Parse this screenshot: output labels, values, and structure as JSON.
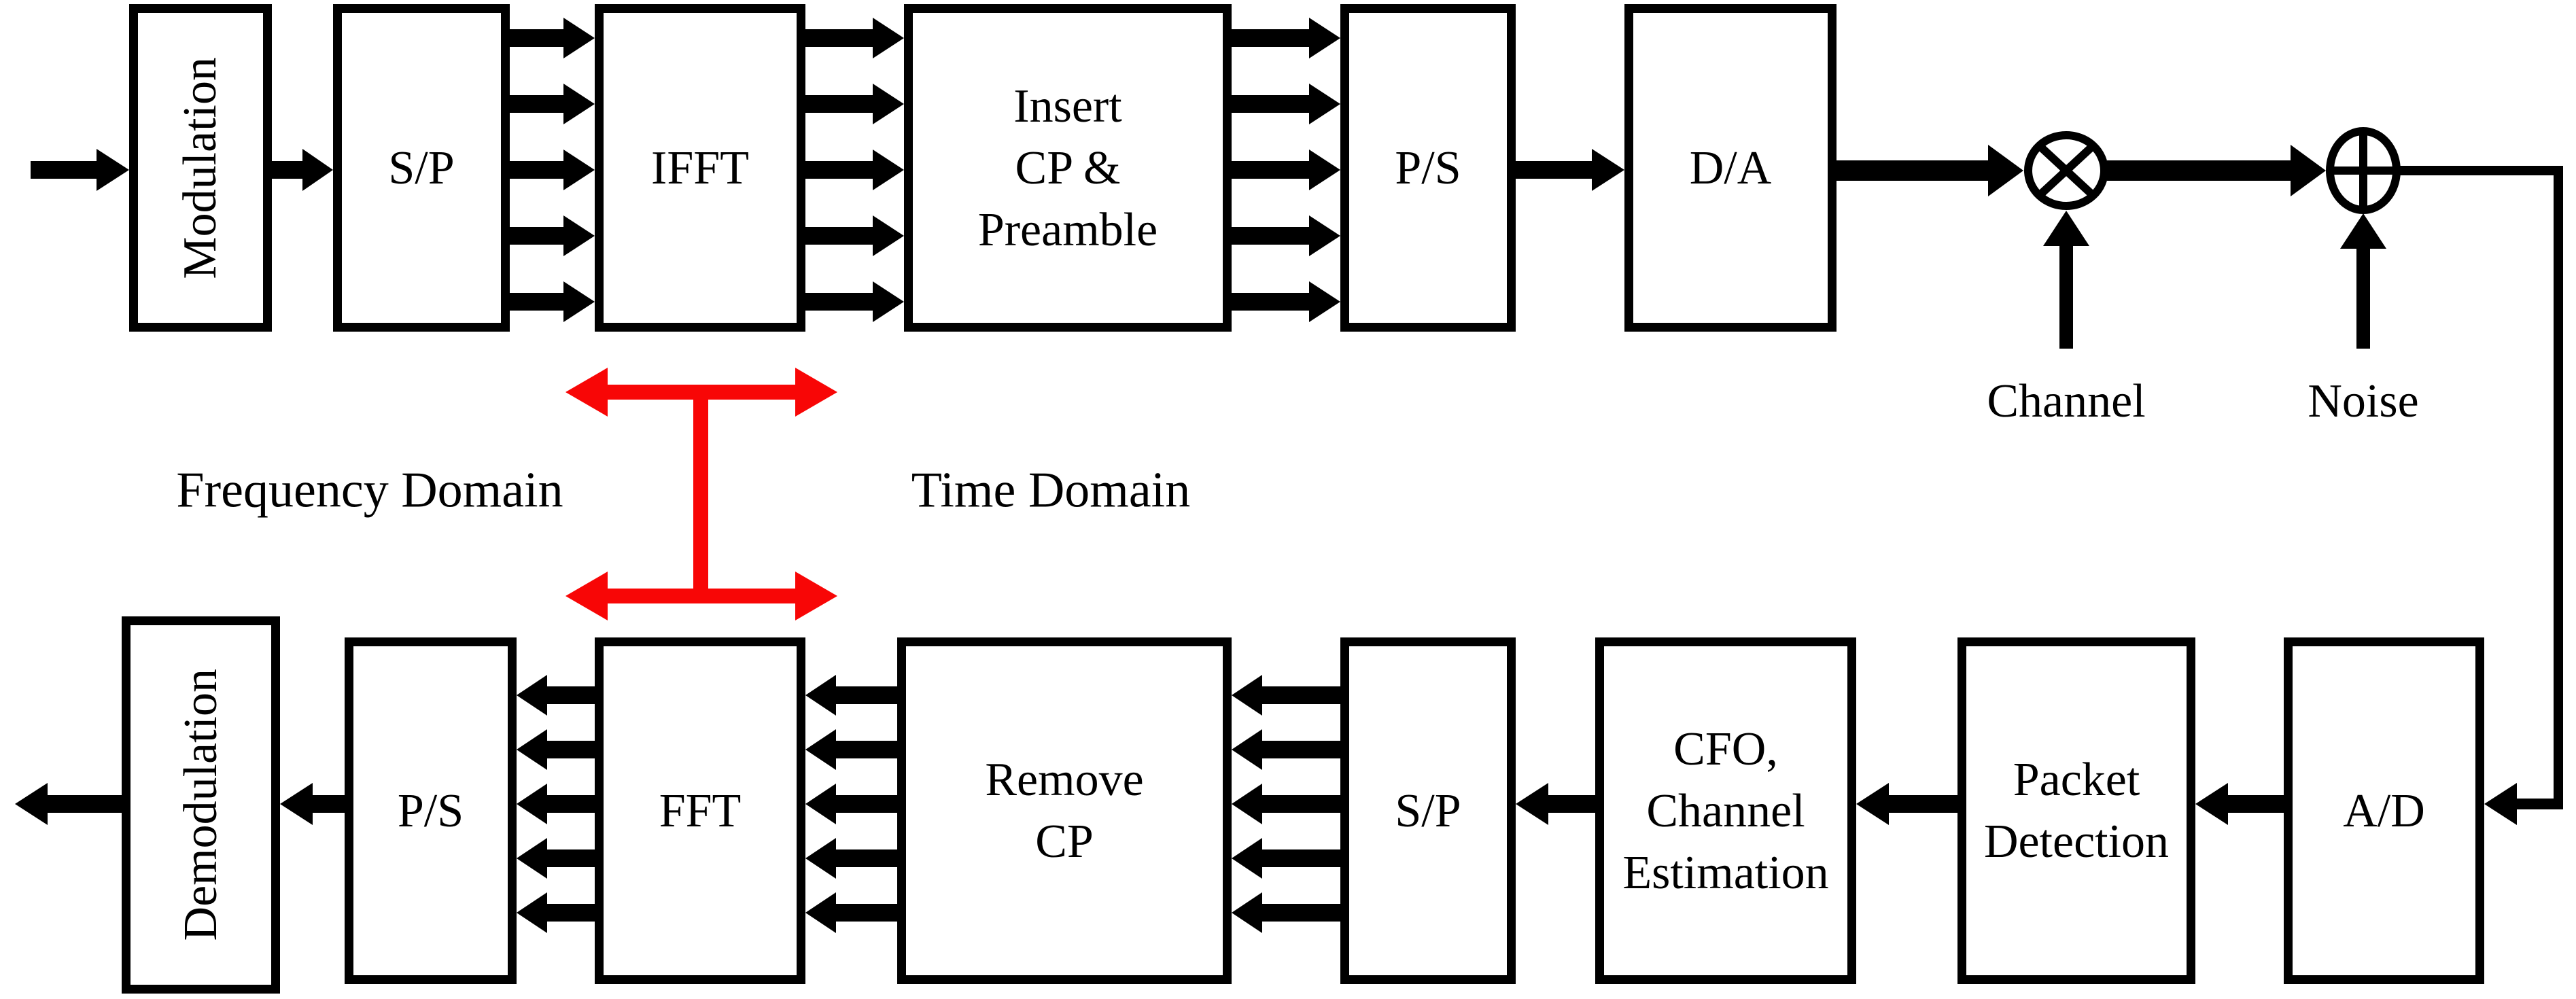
{
  "figure": {
    "kind": "OFDM transceiver block diagram"
  },
  "colors": {
    "ink": "#000000",
    "domain_divider": "#f80606",
    "background": "#ffffff"
  },
  "parallel_bus_arrow_count": 5,
  "transmitter": {
    "blocks": [
      {
        "name": "modulation",
        "label": "Modulation"
      },
      {
        "name": "serial-to-parallel",
        "label": "S/P"
      },
      {
        "name": "ifft",
        "label": "IFFT"
      },
      {
        "name": "insert-cp-preamble",
        "label": "Insert\nCP &\nPreamble"
      },
      {
        "name": "parallel-to-serial",
        "label": "P/S"
      },
      {
        "name": "digital-to-analog",
        "label": "D/A"
      }
    ]
  },
  "channel_path": {
    "multiplier_input_label": "Channel",
    "adder_input_label": "Noise"
  },
  "receiver": {
    "blocks": [
      {
        "name": "analog-to-digital",
        "label": "A/D"
      },
      {
        "name": "packet-detection",
        "label": "Packet\nDetection"
      },
      {
        "name": "cfo-channel-estimation",
        "label": "CFO,\nChannel\nEstimation"
      },
      {
        "name": "serial-to-parallel",
        "label": "S/P"
      },
      {
        "name": "remove-cp",
        "label": "Remove\nCP"
      },
      {
        "name": "fft",
        "label": "FFT"
      },
      {
        "name": "parallel-to-serial",
        "label": "P/S"
      },
      {
        "name": "demodulation",
        "label": "Demodulation"
      }
    ]
  },
  "annotations": {
    "frequency_domain": "Frequency Domain",
    "time_domain": "Time Domain"
  }
}
